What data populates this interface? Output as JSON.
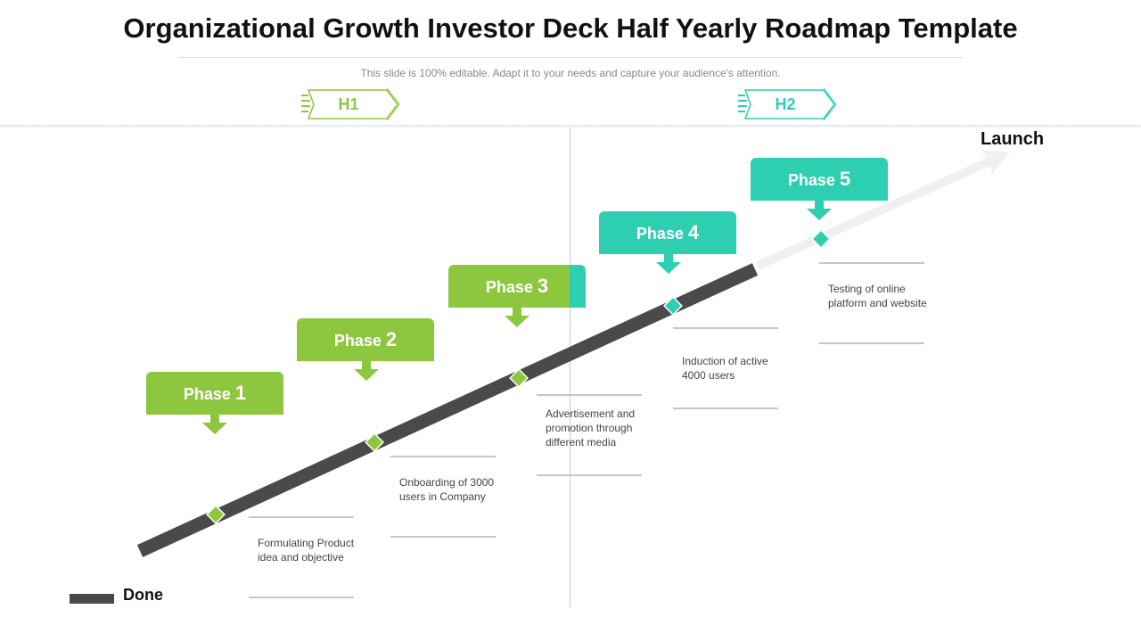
{
  "slide": {
    "title": "Organizational Growth Investor Deck Half Yearly Roadmap Template",
    "subtitle": "This slide is 100% editable. Adapt it to your needs and capture your audience's attention."
  },
  "halves": [
    {
      "label": "H1",
      "color": "#8dc63f"
    },
    {
      "label": "H2",
      "color": "#2dcfb0"
    }
  ],
  "colors": {
    "done_track": "#4a4a4a",
    "remaining_track": "#f0f0f0",
    "green": "#8dc63f",
    "teal": "#2dcfb0"
  },
  "launch_label": "Launch",
  "legend": {
    "done_label": "Done"
  },
  "phases": [
    {
      "word": "Phase",
      "number": "1",
      "color": "#8dc63f",
      "description": "Formulating Product idea and objective"
    },
    {
      "word": "Phase",
      "number": "2",
      "color": "#8dc63f",
      "description": "Onboarding of 3000 users in Company"
    },
    {
      "word": "Phase",
      "number": "3",
      "color": "#8dc63f",
      "description": "Advertisement and promotion through different media"
    },
    {
      "word": "Phase",
      "number": "4",
      "color": "#2dcfb0",
      "description": "Induction of active 4000 users"
    },
    {
      "word": "Phase",
      "number": "5",
      "color": "#2dcfb0",
      "description": "Testing of online platform and website"
    }
  ]
}
